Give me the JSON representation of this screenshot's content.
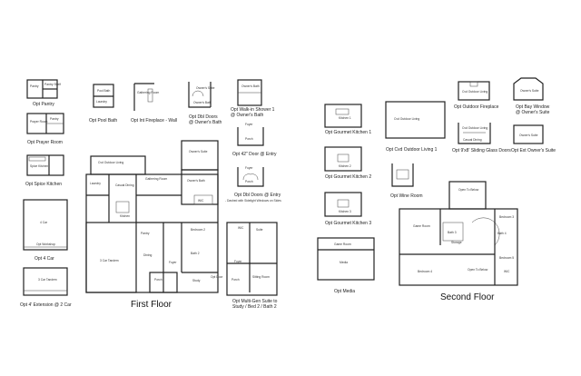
{
  "sections": {
    "first_floor": "First Floor",
    "second_floor": "Second Floor"
  },
  "options": {
    "pantry": "Opt Pantry",
    "prayer_room": "Opt Prayer Room",
    "spice_kitchen": "Opt Spice Kitchen",
    "car4": "Opt 4 Car",
    "car4_ext": "Opt 4' Extension @ 2 Car",
    "pool_bath": "Opt Pool Bath",
    "fireplace_wall": "Opt Int Fireplace - Wall",
    "dbl_doors_owner": "Opt Dbl Doors\n@ Owner's Bath",
    "walkin_shower": "Opt Walk-in Shower 1\n@ Owner's Bath",
    "door_42": "Opt 42\" Door @ Entry",
    "dbl_doors_entry": "Opt Dbl Doors @ Entry",
    "dbl_doors_entry_note": "- Dashed with Sidelight Windows on Sides",
    "multigen": "Opt Multi-Gen Suite to\nStudy / Bed 2 / Bath 2",
    "gourmet1": "Opt Gourmet Kitchen 1",
    "gourmet2": "Opt Gourmet Kitchen 2",
    "gourmet3": "Opt Gourmet Kitchen 3",
    "covered_outdoor": "Opt Cvd Outdoor Living 1",
    "outdoor_fireplace": "Opt Outdoor Fireplace",
    "sliding_doors": "Opt 9'x8' Sliding Glass Doors",
    "bay_window": "Opt Bay Window\n@ Owner's Suite",
    "ext_owners": "Opt Ext Owner's Suite",
    "wine_room": "Opt Wine Room",
    "media": "Opt Media"
  },
  "rooms": {
    "pantry": "Pantry",
    "pantry_shelf": "Pantry Shelf",
    "prayer": "Prayer Room",
    "pantry2": "Pantry",
    "spice": "Spice Kitchen",
    "car4": "4 Car",
    "car4_sub": "Opt Workshop",
    "car3": "3 Car Tandem",
    "pool_bath": "Pool Bath",
    "laundry": "Laundry",
    "gathering": "Gathering Room",
    "owners_suite": "Owner's Suite",
    "owners_bath": "Owner's Bath",
    "foyer": "Foyer",
    "porch": "Porch",
    "cvd_outdoor": "Cvd Outdoor Living",
    "casual_dining": "Casual Dining",
    "owners_suite2": "Owner's Suite",
    "owners_bath2": "Owner's Bath",
    "wic": "WIC",
    "kitchen": "Kitchen",
    "bedroom2": "Bedroom 2",
    "bath2": "Bath 2",
    "dining": "Dining",
    "study": "Study",
    "powder": "Pwdr",
    "opt_door": "Opt Door",
    "suite": "Suite",
    "sitting": "Sitting Room",
    "kitchen1": "Kitchen 1",
    "kitchen2": "Kitchen 2",
    "kitchen3": "Kitchen 3",
    "covered_outdoor_living": "Cvd Outdoor Living",
    "outdoor_living": "Cvd Outdoor Living",
    "casual_dining2": "Casual Dining",
    "owners_suite3": "Owner's Suite",
    "owners_suite4": "Owner's Suite",
    "game_room": "Game Room",
    "media_room": "Media",
    "open_below": "Open To Below",
    "game_room2": "Game Room",
    "bedroom3": "Bedroom 3",
    "bedroom4": "Bedroom 4",
    "bedroom5": "Bedroom 5",
    "bath3": "Bath 3",
    "bath4": "Bath 4",
    "storage": "Storage",
    "open_below2": "Open To Below",
    "wic2": "WIC"
  }
}
